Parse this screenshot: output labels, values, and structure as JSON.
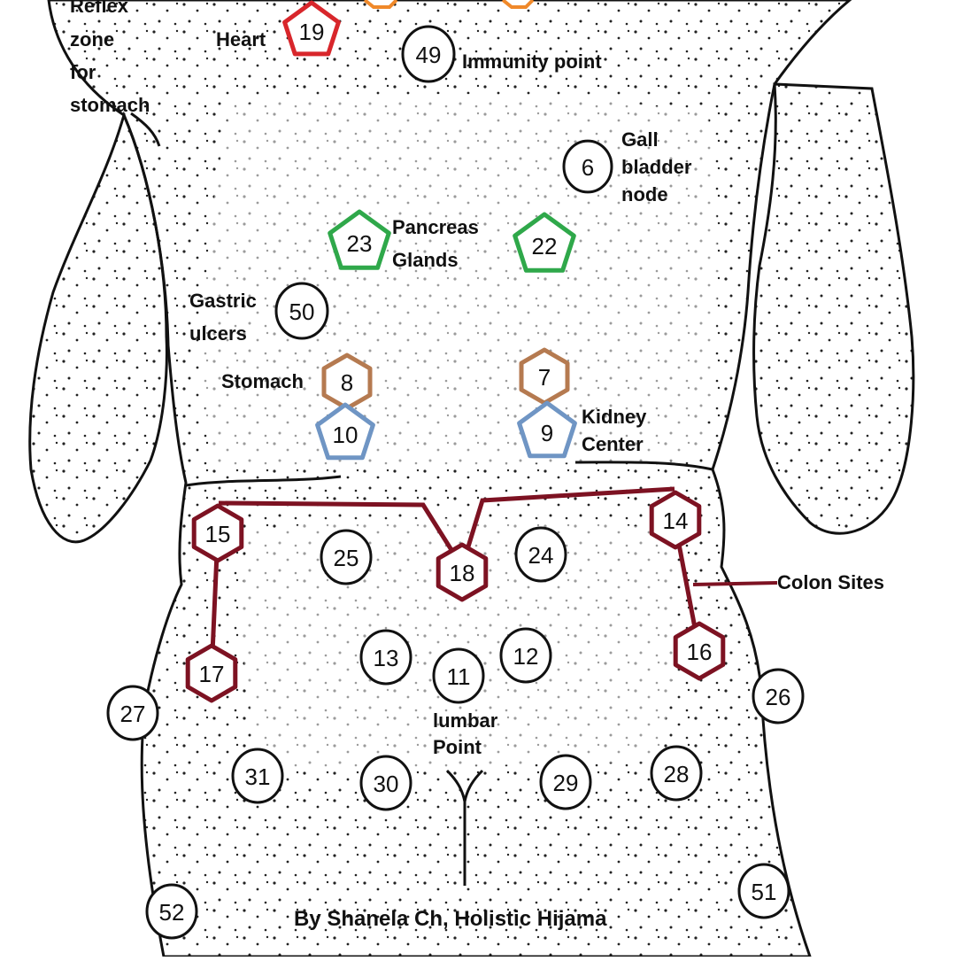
{
  "labels": {
    "reflex_1": "Reflex",
    "reflex_2": "zone",
    "reflex_3": "for",
    "reflex_4": "stomach",
    "heart": "Heart",
    "immunity": "Immunity point",
    "gall_1": "Gall",
    "gall_2": "bladder",
    "gall_3": "node",
    "pancreas_1": "Pancreas",
    "pancreas_2": "Glands",
    "gastric_1": "Gastric",
    "gastric_2": "ulcers",
    "stomach": "Stomach",
    "kidney_1": "Kidney",
    "kidney_2": "Center",
    "colon": "Colon Sites",
    "lumbar_1": "lumbar",
    "lumbar_2": "Point",
    "credit": "By Shanela Ch, Holistic Hijama"
  },
  "colors": {
    "heart": "#d8262b",
    "top_marks": "#f0892a",
    "pancreas": "#2fa84a",
    "stomach_kidney": "#b57a50",
    "stomach_kidney_lower": "#6f95c4",
    "colon": "#7d1222",
    "plain": "#111111",
    "outline": "#111111"
  },
  "points": [
    {
      "id": "19",
      "number": "19",
      "shape": "pentagon",
      "group": "heart"
    },
    {
      "id": "49",
      "number": "49",
      "shape": "circle",
      "group": "plain"
    },
    {
      "id": "6",
      "number": "6",
      "shape": "circle",
      "group": "plain"
    },
    {
      "id": "23",
      "number": "23",
      "shape": "pentagon",
      "group": "pancreas"
    },
    {
      "id": "22",
      "number": "22",
      "shape": "pentagon",
      "group": "pancreas"
    },
    {
      "id": "50",
      "number": "50",
      "shape": "circle",
      "group": "plain"
    },
    {
      "id": "8",
      "number": "8",
      "shape": "hexagon",
      "group": "stomach_kidney"
    },
    {
      "id": "7",
      "number": "7",
      "shape": "hexagon",
      "group": "stomach_kidney"
    },
    {
      "id": "10",
      "number": "10",
      "shape": "pentagon",
      "group": "stomach_kidney_lower"
    },
    {
      "id": "9",
      "number": "9",
      "shape": "pentagon",
      "group": "stomach_kidney_lower"
    },
    {
      "id": "15",
      "number": "15",
      "shape": "hexagon",
      "group": "colon"
    },
    {
      "id": "25",
      "number": "25",
      "shape": "circle",
      "group": "plain"
    },
    {
      "id": "18",
      "number": "18",
      "shape": "hexagon",
      "group": "colon"
    },
    {
      "id": "24",
      "number": "24",
      "shape": "circle",
      "group": "plain"
    },
    {
      "id": "14",
      "number": "14",
      "shape": "hexagon",
      "group": "colon"
    },
    {
      "id": "17",
      "number": "17",
      "shape": "hexagon",
      "group": "colon"
    },
    {
      "id": "13",
      "number": "13",
      "shape": "circle",
      "group": "plain"
    },
    {
      "id": "11",
      "number": "11",
      "shape": "circle",
      "group": "plain"
    },
    {
      "id": "12",
      "number": "12",
      "shape": "circle",
      "group": "plain"
    },
    {
      "id": "16",
      "number": "16",
      "shape": "hexagon",
      "group": "colon"
    },
    {
      "id": "27",
      "number": "27",
      "shape": "circle",
      "group": "plain"
    },
    {
      "id": "26",
      "number": "26",
      "shape": "circle",
      "group": "plain"
    },
    {
      "id": "31",
      "number": "31",
      "shape": "circle",
      "group": "plain"
    },
    {
      "id": "30",
      "number": "30",
      "shape": "circle",
      "group": "plain"
    },
    {
      "id": "29",
      "number": "29",
      "shape": "circle",
      "group": "plain"
    },
    {
      "id": "28",
      "number": "28",
      "shape": "circle",
      "group": "plain"
    },
    {
      "id": "52",
      "number": "52",
      "shape": "circle",
      "group": "plain"
    },
    {
      "id": "51",
      "number": "51",
      "shape": "circle",
      "group": "plain"
    }
  ]
}
